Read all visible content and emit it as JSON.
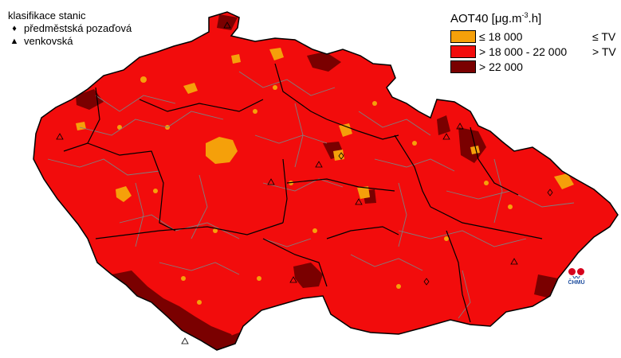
{
  "colors": {
    "class_low": "#f5a00a",
    "class_mid": "#f20c0c",
    "class_high": "#7a0000",
    "district_border": "#7f7f7f",
    "region_border": "#000000"
  },
  "station_legend": {
    "title": "klasifikace stanic",
    "items": [
      {
        "symbol": "♦",
        "icon": "diamond-icon",
        "label": "předměstská pozaďová"
      },
      {
        "symbol": "▲",
        "icon": "triangle-icon",
        "label": "venkovská"
      }
    ]
  },
  "aot_legend": {
    "title_prefix": "AOT40 [μg.m",
    "title_exp": "-3",
    "title_suffix": ".h]",
    "classes": [
      {
        "label": "≤ 18 000",
        "tv": "≤ TV",
        "color": "#f5a00a"
      },
      {
        "label": "> 18 000 - 22 000",
        "tv": "> TV",
        "color": "#f20c0c"
      },
      {
        "label": "> 22 000",
        "tv": "",
        "color": "#7a0000"
      }
    ]
  },
  "logo": {
    "text": "ČHMÚ"
  }
}
